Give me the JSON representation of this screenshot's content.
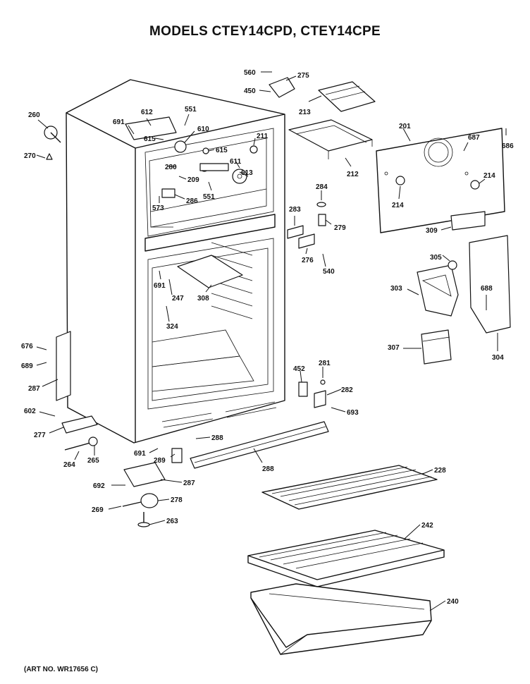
{
  "header": {
    "title": "MODELS CTEY14CPD, CTEY14CPE"
  },
  "footer": {
    "art_no": "(ART NO. WR17656 C)"
  },
  "parts": [
    {
      "id": "p-560",
      "label": "560"
    },
    {
      "id": "p-275",
      "label": "275"
    },
    {
      "id": "p-450",
      "label": "450"
    },
    {
      "id": "p-213",
      "label": "213"
    },
    {
      "id": "p-260",
      "label": "260"
    },
    {
      "id": "p-270",
      "label": "270"
    },
    {
      "id": "p-612",
      "label": "612"
    },
    {
      "id": "p-691a",
      "label": "691"
    },
    {
      "id": "p-615a",
      "label": "615"
    },
    {
      "id": "p-551a",
      "label": "551"
    },
    {
      "id": "p-610",
      "label": "610"
    },
    {
      "id": "p-211",
      "label": "211"
    },
    {
      "id": "p-615b",
      "label": "615"
    },
    {
      "id": "p-611",
      "label": "611"
    },
    {
      "id": "p-613",
      "label": "613"
    },
    {
      "id": "p-280",
      "label": "280"
    },
    {
      "id": "p-209",
      "label": "209"
    },
    {
      "id": "p-551b",
      "label": "551"
    },
    {
      "id": "p-573",
      "label": "573"
    },
    {
      "id": "p-286",
      "label": "286"
    },
    {
      "id": "p-212",
      "label": "212"
    },
    {
      "id": "p-201",
      "label": "201"
    },
    {
      "id": "p-687",
      "label": "687"
    },
    {
      "id": "p-686",
      "label": "686"
    },
    {
      "id": "p-214a",
      "label": "214"
    },
    {
      "id": "p-214b",
      "label": "214"
    },
    {
      "id": "p-284",
      "label": "284"
    },
    {
      "id": "p-283",
      "label": "283"
    },
    {
      "id": "p-279",
      "label": "279"
    },
    {
      "id": "p-276",
      "label": "276"
    },
    {
      "id": "p-540",
      "label": "540"
    },
    {
      "id": "p-309",
      "label": "309"
    },
    {
      "id": "p-305",
      "label": "305"
    },
    {
      "id": "p-303",
      "label": "303"
    },
    {
      "id": "p-688",
      "label": "688"
    },
    {
      "id": "p-307",
      "label": "307"
    },
    {
      "id": "p-304",
      "label": "304"
    },
    {
      "id": "p-691b",
      "label": "691"
    },
    {
      "id": "p-247",
      "label": "247"
    },
    {
      "id": "p-308",
      "label": "308"
    },
    {
      "id": "p-324",
      "label": "324"
    },
    {
      "id": "p-676",
      "label": "676"
    },
    {
      "id": "p-689",
      "label": "689"
    },
    {
      "id": "p-287a",
      "label": "287"
    },
    {
      "id": "p-602",
      "label": "602"
    },
    {
      "id": "p-277",
      "label": "277"
    },
    {
      "id": "p-452",
      "label": "452"
    },
    {
      "id": "p-281",
      "label": "281"
    },
    {
      "id": "p-282",
      "label": "282"
    },
    {
      "id": "p-693",
      "label": "693"
    },
    {
      "id": "p-264",
      "label": "264"
    },
    {
      "id": "p-265",
      "label": "265"
    },
    {
      "id": "p-691c",
      "label": "691"
    },
    {
      "id": "p-289",
      "label": "289"
    },
    {
      "id": "p-288a",
      "label": "288"
    },
    {
      "id": "p-288b",
      "label": "288"
    },
    {
      "id": "p-692",
      "label": "692"
    },
    {
      "id": "p-287b",
      "label": "287"
    },
    {
      "id": "p-269",
      "label": "269"
    },
    {
      "id": "p-278",
      "label": "278"
    },
    {
      "id": "p-263",
      "label": "263"
    },
    {
      "id": "p-228",
      "label": "228"
    },
    {
      "id": "p-242",
      "label": "242"
    },
    {
      "id": "p-240",
      "label": "240"
    }
  ]
}
